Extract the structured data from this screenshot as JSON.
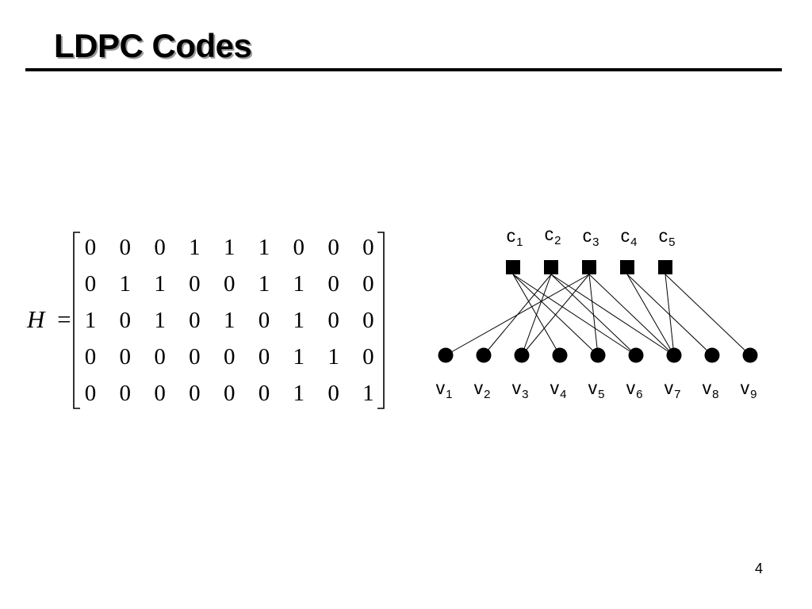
{
  "slide": {
    "title": "LDPC Codes",
    "page_number": "4"
  },
  "matrix": {
    "lhs_symbol": "H",
    "equals": "=",
    "rows": [
      [
        "0",
        "0",
        "0",
        "1",
        "1",
        "1",
        "0",
        "0",
        "0"
      ],
      [
        "0",
        "1",
        "1",
        "0",
        "0",
        "1",
        "1",
        "0",
        "0"
      ],
      [
        "1",
        "0",
        "1",
        "0",
        "1",
        "0",
        "1",
        "0",
        "0"
      ],
      [
        "0",
        "0",
        "0",
        "0",
        "0",
        "0",
        "1",
        "1",
        "0"
      ],
      [
        "0",
        "0",
        "0",
        "0",
        "0",
        "0",
        "1",
        "0",
        "1"
      ]
    ]
  },
  "tanner_graph": {
    "check_nodes": [
      {
        "letter": "c",
        "sub": "1"
      },
      {
        "letter": "c",
        "sub": "2"
      },
      {
        "letter": "c",
        "sub": "3"
      },
      {
        "letter": "c",
        "sub": "4"
      },
      {
        "letter": "c",
        "sub": "5"
      }
    ],
    "variable_nodes": [
      {
        "letter": "v",
        "sub": "1"
      },
      {
        "letter": "v",
        "sub": "2"
      },
      {
        "letter": "v",
        "sub": "3"
      },
      {
        "letter": "v",
        "sub": "4"
      },
      {
        "letter": "v",
        "sub": "5"
      },
      {
        "letter": "v",
        "sub": "6"
      },
      {
        "letter": "v",
        "sub": "7"
      },
      {
        "letter": "v",
        "sub": "8"
      },
      {
        "letter": "v",
        "sub": "9"
      }
    ],
    "check_node_shape": "square",
    "variable_node_shape": "circle",
    "node_color": "#000000",
    "edge_color": "#000000"
  }
}
